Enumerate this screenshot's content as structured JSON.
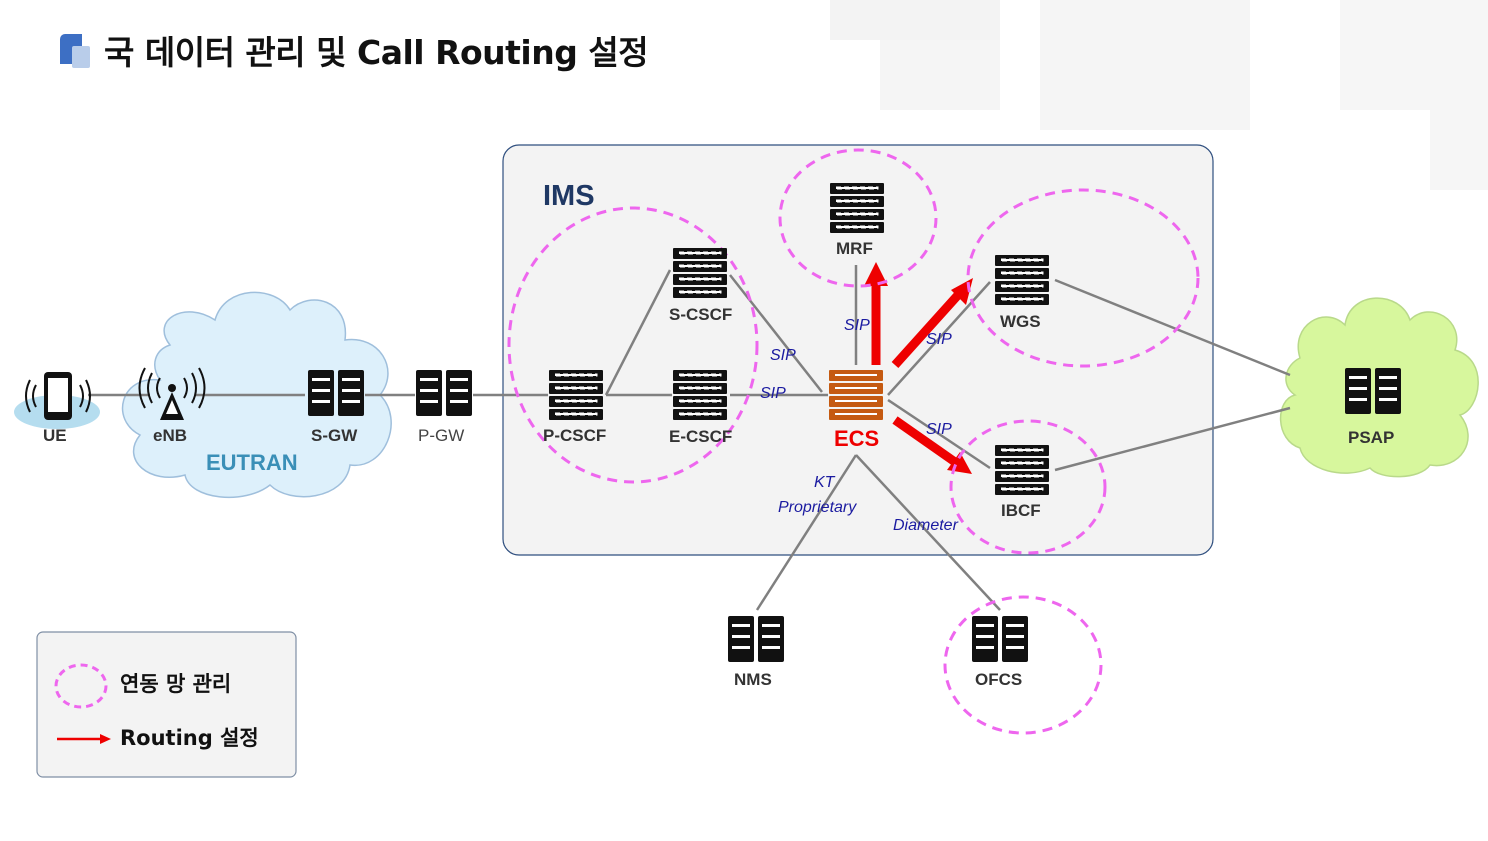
{
  "title": "국 데이터 관리 및 Call Routing 설정",
  "colors": {
    "ims_bg": "#f3f3f3",
    "ims_border": "#2f4f7f",
    "ims_label": "#1f3864",
    "eutran_cloud": "#ddf0fb",
    "eutran_label": "#3a8fb7",
    "psap_cloud": "#d7f79d",
    "dashed_circle": "#ee66ee",
    "routing_arrow": "#ee0000",
    "ecs": "#c55a11",
    "protocol_text": "#1a1aa0",
    "link": "#808080"
  },
  "ims": {
    "label": "IMS"
  },
  "eutran": {
    "label": "EUTRAN"
  },
  "nodes": {
    "ue": "UE",
    "enb": "eNB",
    "sgw": "S-GW",
    "pgw": "P-GW",
    "pcscf": "P-CSCF",
    "scscf": "S-CSCF",
    "ecscf": "E-CSCF",
    "mrf": "MRF",
    "ecs": "ECS",
    "wgs": "WGS",
    "ibcf": "IBCF",
    "psap": "PSAP",
    "nms": "NMS",
    "ofcs": "OFCS"
  },
  "protocols": {
    "sip_scscf": "SIP",
    "sip_ecscf": "SIP",
    "sip_mrf": "SIP",
    "sip_wgs": "SIP",
    "sip_ibcf": "SIP",
    "kt": "KT",
    "proprietary": "Proprietary",
    "diameter": "Diameter"
  },
  "legend": {
    "interworking": "연동 망 관리",
    "routing": "Routing 설정"
  }
}
